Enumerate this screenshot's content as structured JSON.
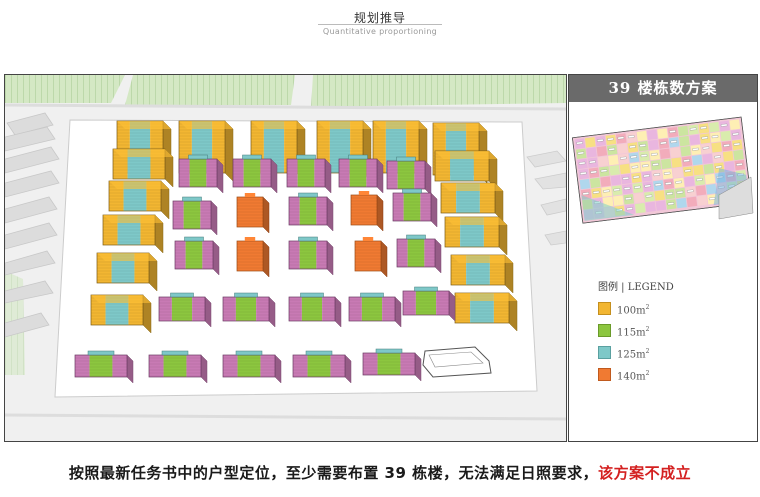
{
  "header": {
    "title": "规划推导",
    "subtitle": "Quantitative proportioning"
  },
  "panel": {
    "title": "39 楼栋数方案",
    "legend_title": "图例 | LEGEND",
    "legend": [
      {
        "label": "100m",
        "sup": "2",
        "color": "#f2b632"
      },
      {
        "label": "115m",
        "sup": "2",
        "color": "#8cc63f"
      },
      {
        "label": "125m",
        "sup": "2",
        "color": "#7ec8c8"
      },
      {
        "label": "140m",
        "sup": "2",
        "color": "#f07a32"
      }
    ]
  },
  "colors": {
    "c100": "#f2b632",
    "c115": "#8cc63f",
    "c125": "#7ec8c8",
    "c140": "#f07a32",
    "podium": "#c87ab4"
  },
  "footer": {
    "main": "按照最新任务书中的户型定位，至少需要布置 39 栋楼，无法满足日照要求，",
    "highlight": "该方案不成立"
  }
}
